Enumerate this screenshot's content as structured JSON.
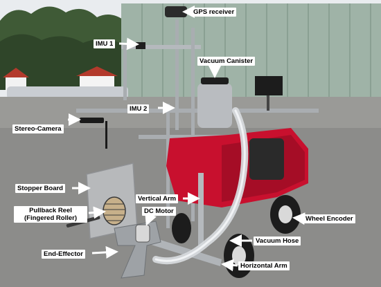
{
  "labels": {
    "gps_receiver": "GPS receiver",
    "imu_1": "IMU 1",
    "vacuum_canister": "Vacuum Canister",
    "imu_2": "IMU 2",
    "stereo_camera": "Stereo-Camera",
    "stopper_board": "Stopper Board",
    "vertical_arm": "Vertical Arm",
    "pullback_reel_line1": "Pullback Reel",
    "pullback_reel_line2": "(Fingered Roller)",
    "dc_motor": "DC Motor",
    "wheel_encoder": "Wheel Encoder",
    "end_effector": "End-Effector",
    "vacuum_hose": "Vacuum Hose",
    "horizontal_arm": "Horizontal Arm"
  },
  "colors": {
    "robot_body": "#c8102e",
    "frame_aluminum": "#a9adb1",
    "sky": "#e9ecef",
    "building_wall": "#9fb3a7",
    "pavement": "#8c8c8a",
    "trees": "#3f5a36",
    "label_bg": "#ffffff",
    "label_text": "#000000"
  }
}
